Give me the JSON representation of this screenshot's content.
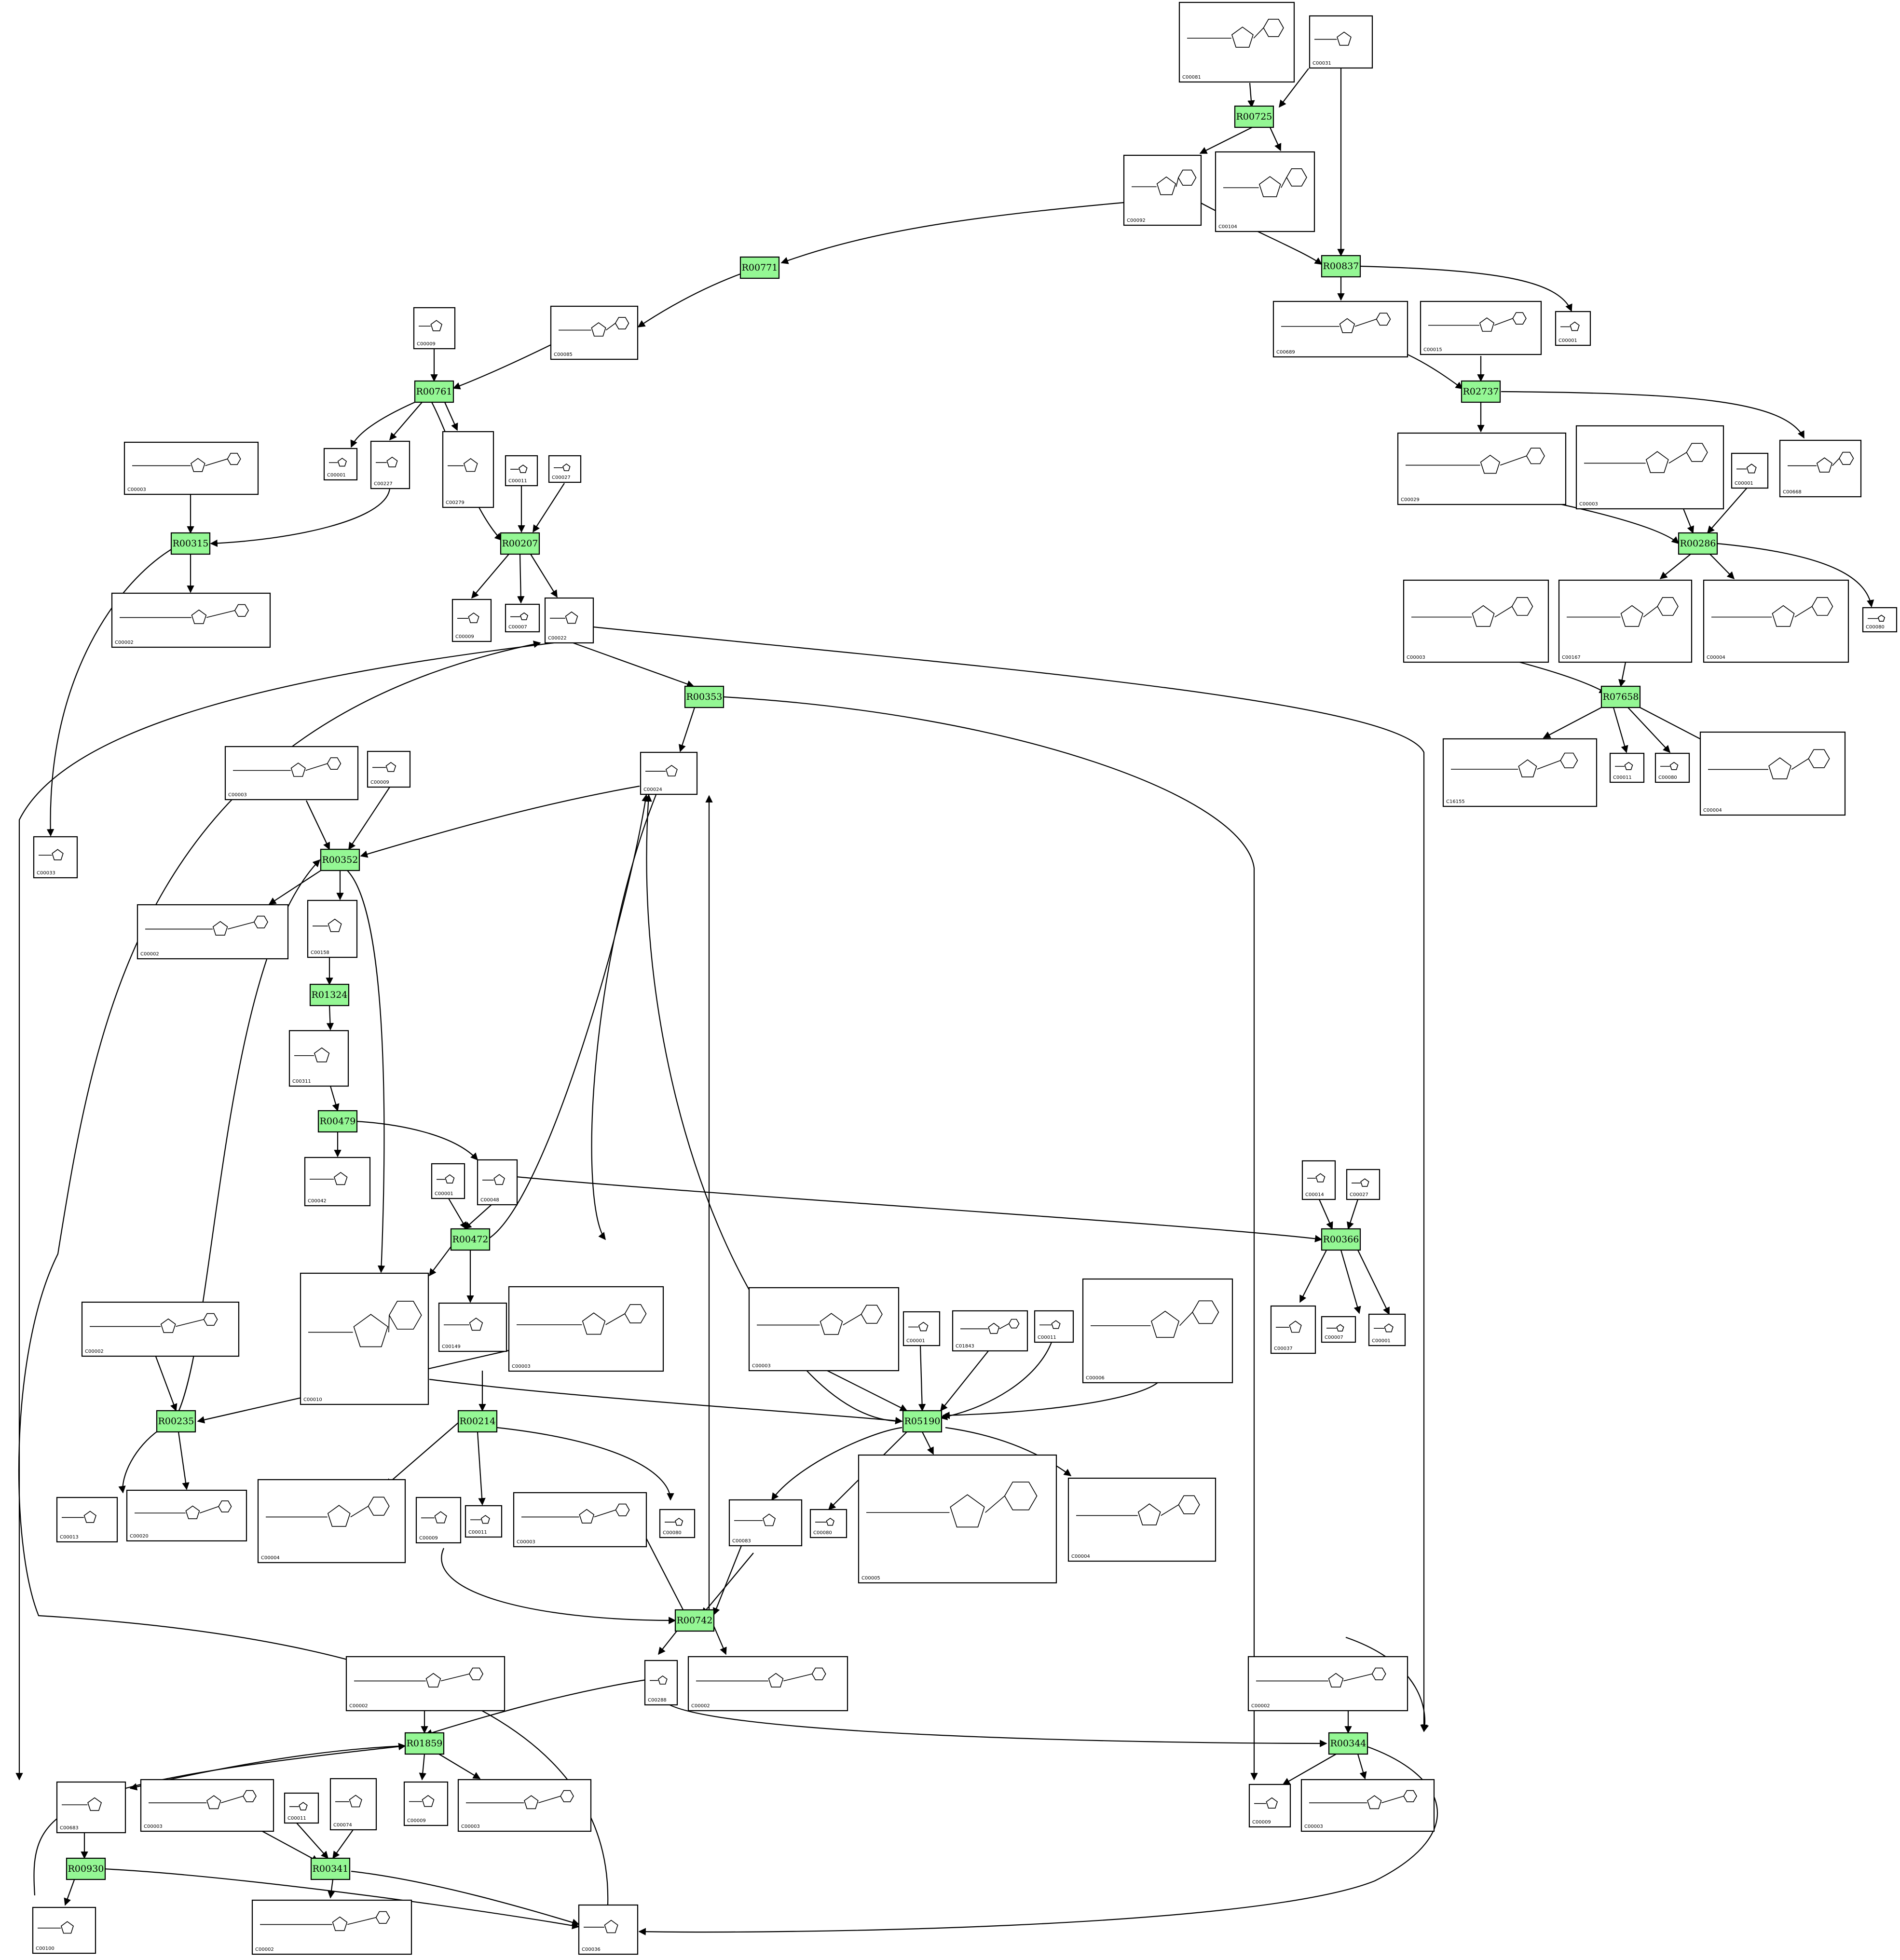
{
  "colors": {
    "reaction_fill": "#94f794",
    "compound_fill": "#ffffff",
    "stroke": "#000000",
    "background": "#ffffff"
  },
  "reactions": [
    {
      "id": "R00725"
    },
    {
      "id": "R00837"
    },
    {
      "id": "R00771"
    },
    {
      "id": "R02737"
    },
    {
      "id": "R00761"
    },
    {
      "id": "R00286"
    },
    {
      "id": "R00315"
    },
    {
      "id": "R00207"
    },
    {
      "id": "R07658"
    },
    {
      "id": "R00353"
    },
    {
      "id": "R00352"
    },
    {
      "id": "R01324"
    },
    {
      "id": "R00479"
    },
    {
      "id": "R00472"
    },
    {
      "id": "R00366"
    },
    {
      "id": "R00235"
    },
    {
      "id": "R00214"
    },
    {
      "id": "R05190"
    },
    {
      "id": "R00742"
    },
    {
      "id": "R01859"
    },
    {
      "id": "R00344"
    },
    {
      "id": "R00930"
    },
    {
      "id": "R00341"
    }
  ],
  "compounds": [
    {
      "id": "C00081"
    },
    {
      "id": "C00031"
    },
    {
      "id": "C00092"
    },
    {
      "id": "C00104"
    },
    {
      "id": "C00009"
    },
    {
      "id": "C00085"
    },
    {
      "id": "C00689"
    },
    {
      "id": "C00015"
    },
    {
      "id": "C00001"
    },
    {
      "id": "C00003"
    },
    {
      "id": "C00001"
    },
    {
      "id": "C00227"
    },
    {
      "id": "C00279"
    },
    {
      "id": "C00011"
    },
    {
      "id": "C00027"
    },
    {
      "id": "C00029"
    },
    {
      "id": "C00003"
    },
    {
      "id": "C00001"
    },
    {
      "id": "C00668"
    },
    {
      "id": "C00002"
    },
    {
      "id": "C00009"
    },
    {
      "id": "C00007"
    },
    {
      "id": "C00022"
    },
    {
      "id": "C00003"
    },
    {
      "id": "C00167"
    },
    {
      "id": "C00004"
    },
    {
      "id": "C00080"
    },
    {
      "id": "C16155"
    },
    {
      "id": "C00011"
    },
    {
      "id": "C00080"
    },
    {
      "id": "C00004"
    },
    {
      "id": "C00003"
    },
    {
      "id": "C00009"
    },
    {
      "id": "C00024"
    },
    {
      "id": "C00033"
    },
    {
      "id": "C00002"
    },
    {
      "id": "C00158"
    },
    {
      "id": "C00311"
    },
    {
      "id": "C00042"
    },
    {
      "id": "C00001"
    },
    {
      "id": "C00048"
    },
    {
      "id": "C00014"
    },
    {
      "id": "C00027"
    },
    {
      "id": "C00002"
    },
    {
      "id": "C00010"
    },
    {
      "id": "C00149"
    },
    {
      "id": "C00003"
    },
    {
      "id": "C00003"
    },
    {
      "id": "C00001"
    },
    {
      "id": "C01843"
    },
    {
      "id": "C00011"
    },
    {
      "id": "C00006"
    },
    {
      "id": "C00037"
    },
    {
      "id": "C00007"
    },
    {
      "id": "C00001"
    },
    {
      "id": "C00013"
    },
    {
      "id": "C00020"
    },
    {
      "id": "C00004"
    },
    {
      "id": "C00009"
    },
    {
      "id": "C00011"
    },
    {
      "id": "C00003"
    },
    {
      "id": "C00080"
    },
    {
      "id": "C00083"
    },
    {
      "id": "C00080"
    },
    {
      "id": "C00005"
    },
    {
      "id": "C00004"
    },
    {
      "id": "C00002"
    },
    {
      "id": "C00288"
    },
    {
      "id": "C00002"
    },
    {
      "id": "C00002"
    },
    {
      "id": "C00683"
    },
    {
      "id": "C00003"
    },
    {
      "id": "C00011"
    },
    {
      "id": "C00074"
    },
    {
      "id": "C00009"
    },
    {
      "id": "C00003"
    },
    {
      "id": "C00009"
    },
    {
      "id": "C00003"
    },
    {
      "id": "C00100"
    },
    {
      "id": "C00002"
    },
    {
      "id": "C00036"
    }
  ]
}
